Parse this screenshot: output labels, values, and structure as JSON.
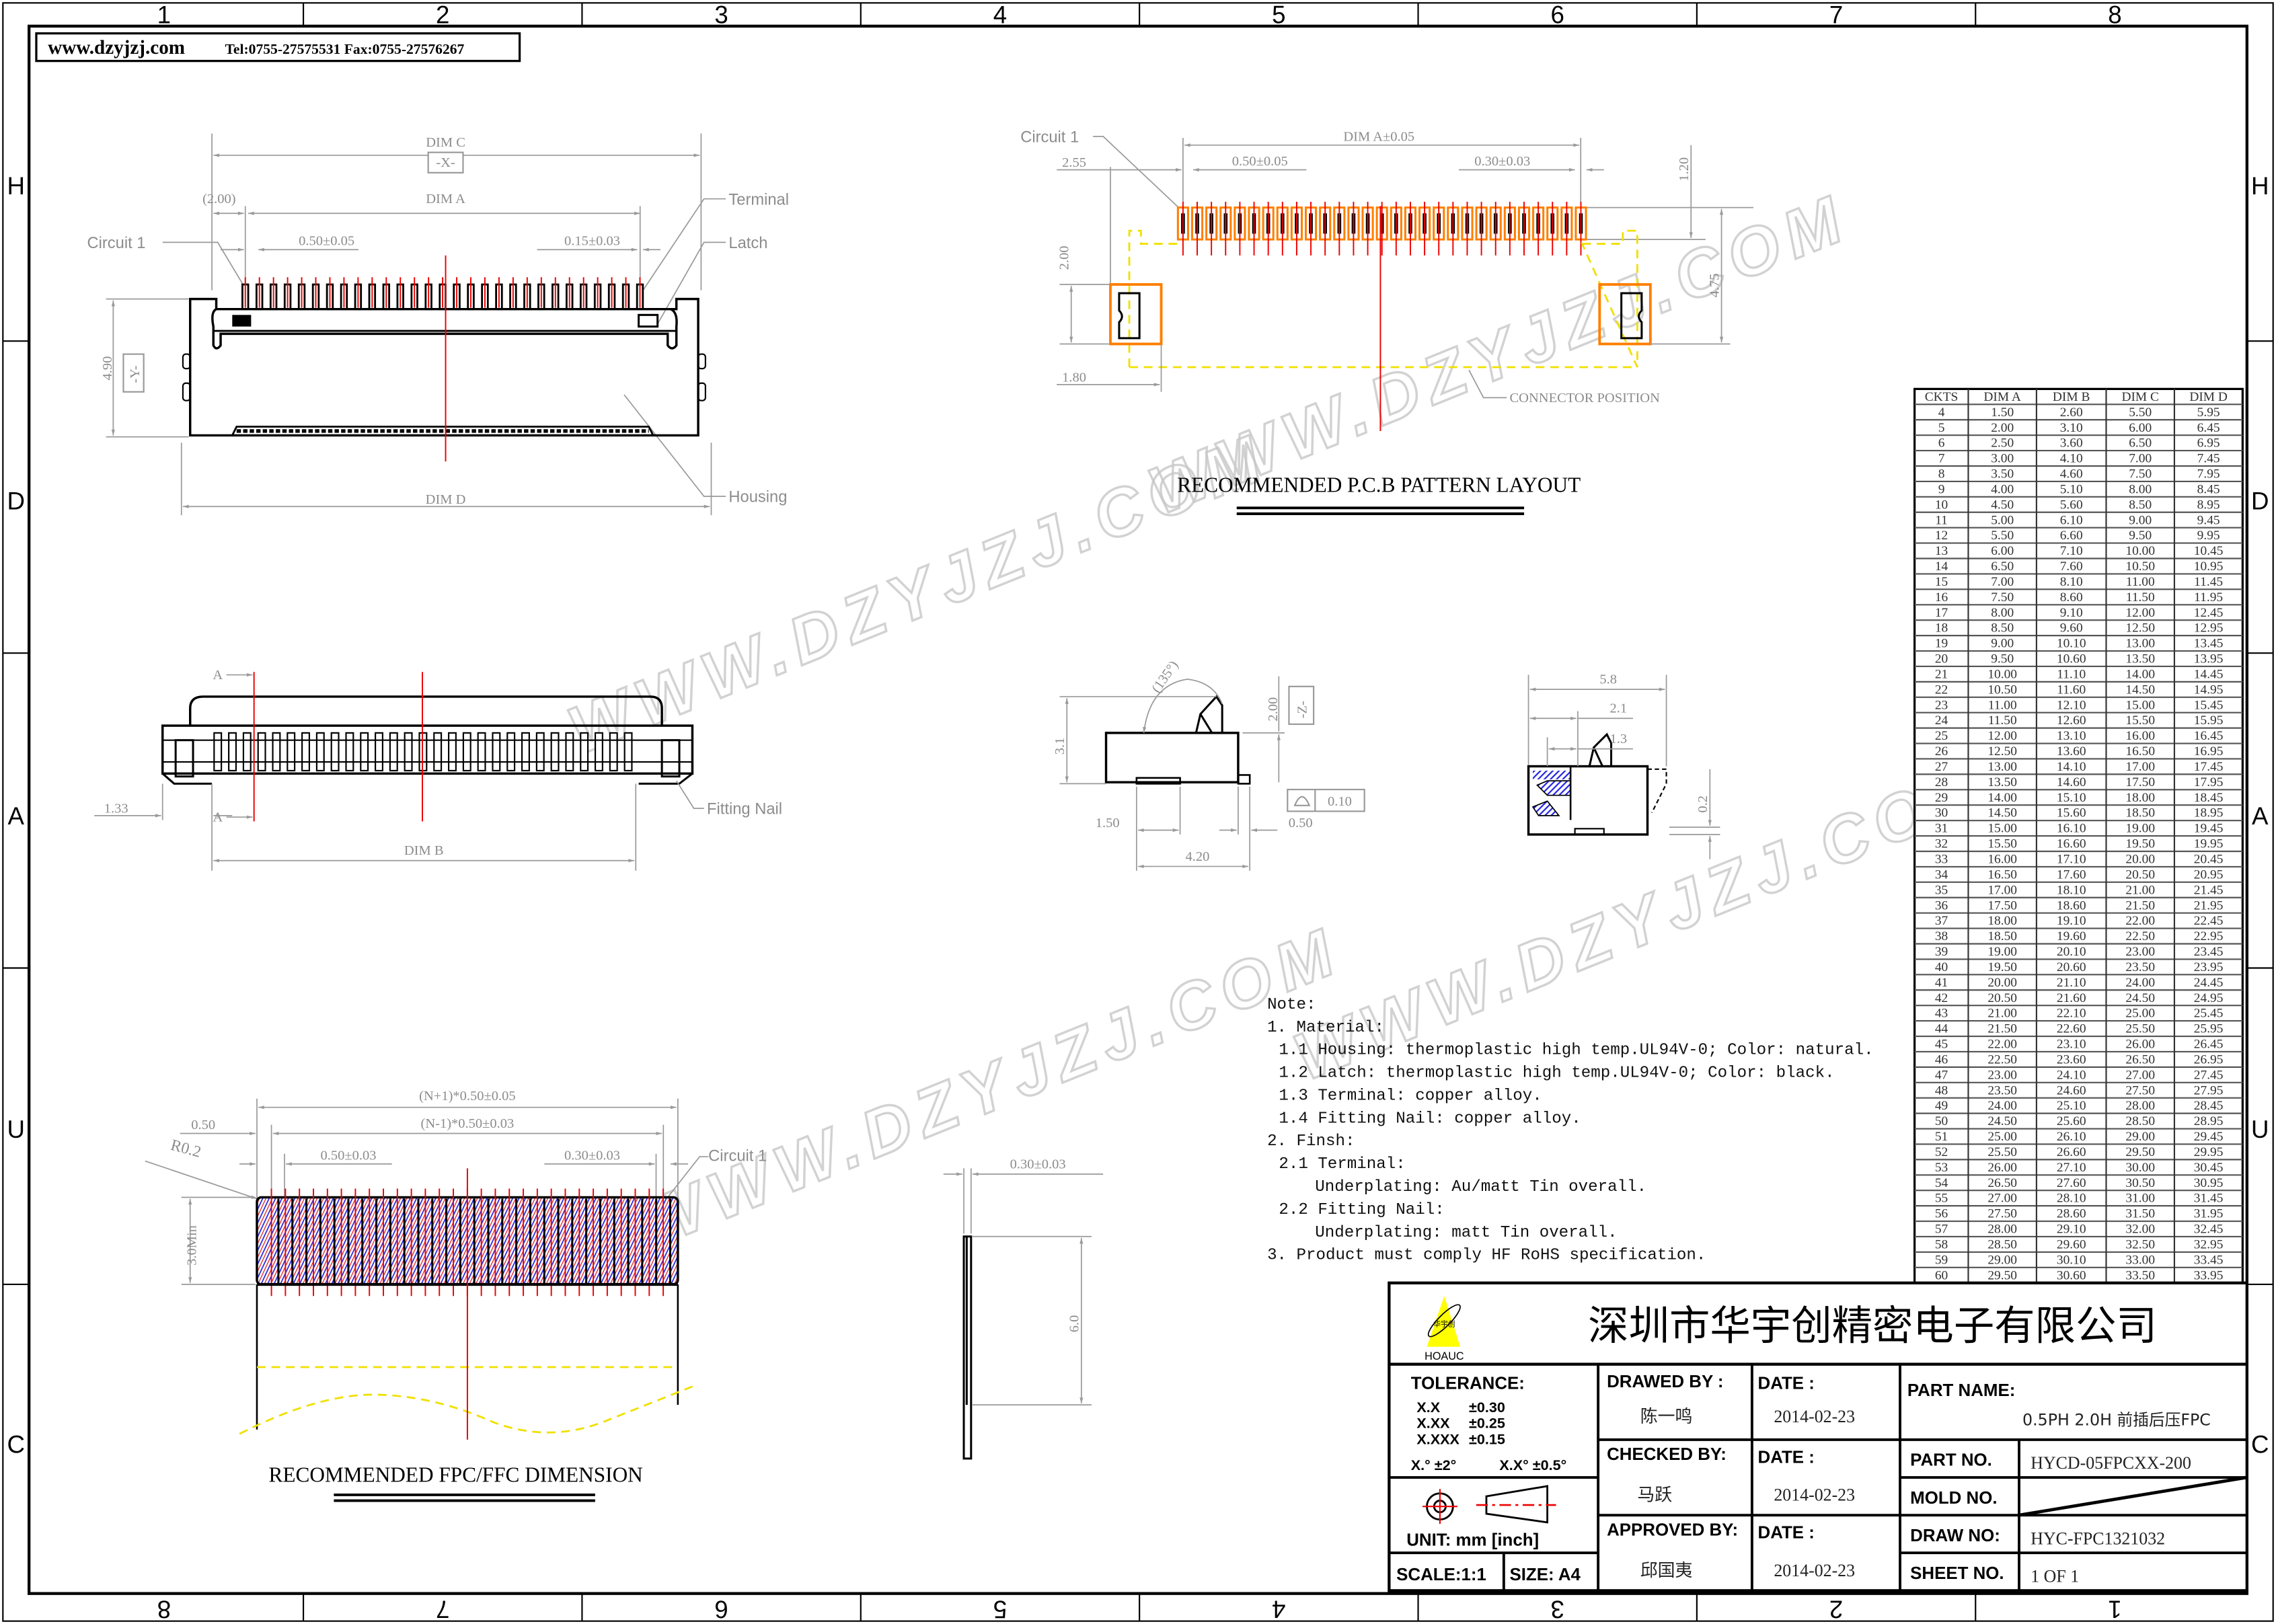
{
  "header": {
    "website": "www.dzyjzj.com",
    "contact": "Tel:0755-27575531  Fax:0755-27576267"
  },
  "border": {
    "top_columns": [
      "1",
      "2",
      "3",
      "4",
      "5",
      "6",
      "7",
      "8"
    ],
    "bottom_columns": [
      "8",
      "7",
      "6",
      "5",
      "4",
      "3",
      "2",
      "1"
    ],
    "rows": [
      "H",
      "D",
      "A",
      "U",
      "C"
    ]
  },
  "watermark": "WWW.DZYJZJ.COM",
  "top_view": {
    "dim_c": "DIM C",
    "datum_x": "-X-",
    "dim_a": "DIM A",
    "offset": "(2.00)",
    "pitch": "0.50±0.05",
    "terminal_width": "0.15±0.03",
    "height": "4.90",
    "datum_y": "-Y-",
    "dim_d": "DIM D",
    "circuit1": "Circuit 1",
    "terminal": "Terminal",
    "latch": "Latch",
    "housing": "Housing"
  },
  "pcb_view": {
    "circuit1": "Circuit 1",
    "dim_a": "DIM A±0.05",
    "offset": "2.55",
    "pitch": "0.50±0.05",
    "pad_width": "0.30±0.03",
    "pad_length": "1.20",
    "nail_height": "2.00",
    "nail_width": "1.80",
    "span": "4.75",
    "connector_position": "CONNECTOR POSITION",
    "title": "RECOMMENDED P.C.B PATTERN LAYOUT"
  },
  "front_view": {
    "section_a": "A",
    "offset": "1.33",
    "dim_b": "DIM B",
    "fitting_nail": "Fitting Nail"
  },
  "side_view": {
    "angle": "(135°)",
    "height": "3.1",
    "latch_height": "2.00",
    "datum_z": "-Z-",
    "flatness": "0.10",
    "d150": "1.50",
    "d050": "0.50",
    "d420": "4.20"
  },
  "section_view": {
    "d58": "5.8",
    "d21": "2.1",
    "d13": "1.3",
    "d02": "0.2"
  },
  "fpc_view": {
    "overall": "(N+1)*0.50±0.05",
    "span": "(N-1)*0.50±0.03",
    "edge": "0.50",
    "radius": "R0.2",
    "pitch": "0.50±0.03",
    "width": "0.30±0.03",
    "circuit1": "Circuit 1",
    "min_length": "3.0Min",
    "thickness": "0.30±0.03",
    "stiffener": "6.0",
    "title": "RECOMMENDED FPC/FFC DIMENSION"
  },
  "notes": [
    {
      "level": 0,
      "text": "Note:"
    },
    {
      "level": 0,
      "text": "1. Material:"
    },
    {
      "level": 1,
      "text": "1.1 Housing: thermoplastic high temp.UL94V-0; Color: natural."
    },
    {
      "level": 1,
      "text": "1.2 Latch: thermoplastic high temp.UL94V-0; Color: black."
    },
    {
      "level": 1,
      "text": "1.3 Terminal: copper alloy."
    },
    {
      "level": 1,
      "text": "1.4 Fitting Nail: copper alloy."
    },
    {
      "level": 0,
      "text": "2. Finsh:"
    },
    {
      "level": 1,
      "text": "2.1 Terminal:"
    },
    {
      "level": 2,
      "text": "Underplating: Au/matt Tin overall."
    },
    {
      "level": 1,
      "text": "2.2 Fitting Nail:"
    },
    {
      "level": 2,
      "text": "Underplating: matt Tin overall."
    },
    {
      "level": 0,
      "text": "3. Product must comply HF RoHS specification."
    }
  ],
  "dim_table": {
    "headers": [
      "CKTS",
      "DIM A",
      "DIM B",
      "DIM C",
      "DIM D"
    ],
    "rows": [
      [
        "4",
        "1.50",
        "2.60",
        "5.50",
        "5.95"
      ],
      [
        "5",
        "2.00",
        "3.10",
        "6.00",
        "6.45"
      ],
      [
        "6",
        "2.50",
        "3.60",
        "6.50",
        "6.95"
      ],
      [
        "7",
        "3.00",
        "4.10",
        "7.00",
        "7.45"
      ],
      [
        "8",
        "3.50",
        "4.60",
        "7.50",
        "7.95"
      ],
      [
        "9",
        "4.00",
        "5.10",
        "8.00",
        "8.45"
      ],
      [
        "10",
        "4.50",
        "5.60",
        "8.50",
        "8.95"
      ],
      [
        "11",
        "5.00",
        "6.10",
        "9.00",
        "9.45"
      ],
      [
        "12",
        "5.50",
        "6.60",
        "9.50",
        "9.95"
      ],
      [
        "13",
        "6.00",
        "7.10",
        "10.00",
        "10.45"
      ],
      [
        "14",
        "6.50",
        "7.60",
        "10.50",
        "10.95"
      ],
      [
        "15",
        "7.00",
        "8.10",
        "11.00",
        "11.45"
      ],
      [
        "16",
        "7.50",
        "8.60",
        "11.50",
        "11.95"
      ],
      [
        "17",
        "8.00",
        "9.10",
        "12.00",
        "12.45"
      ],
      [
        "18",
        "8.50",
        "9.60",
        "12.50",
        "12.95"
      ],
      [
        "19",
        "9.00",
        "10.10",
        "13.00",
        "13.45"
      ],
      [
        "20",
        "9.50",
        "10.60",
        "13.50",
        "13.95"
      ],
      [
        "21",
        "10.00",
        "11.10",
        "14.00",
        "14.45"
      ],
      [
        "22",
        "10.50",
        "11.60",
        "14.50",
        "14.95"
      ],
      [
        "23",
        "11.00",
        "12.10",
        "15.00",
        "15.45"
      ],
      [
        "24",
        "11.50",
        "12.60",
        "15.50",
        "15.95"
      ],
      [
        "25",
        "12.00",
        "13.10",
        "16.00",
        "16.45"
      ],
      [
        "26",
        "12.50",
        "13.60",
        "16.50",
        "16.95"
      ],
      [
        "27",
        "13.00",
        "14.10",
        "17.00",
        "17.45"
      ],
      [
        "28",
        "13.50",
        "14.60",
        "17.50",
        "17.95"
      ],
      [
        "29",
        "14.00",
        "15.10",
        "18.00",
        "18.45"
      ],
      [
        "30",
        "14.50",
        "15.60",
        "18.50",
        "18.95"
      ],
      [
        "31",
        "15.00",
        "16.10",
        "19.00",
        "19.45"
      ],
      [
        "32",
        "15.50",
        "16.60",
        "19.50",
        "19.95"
      ],
      [
        "33",
        "16.00",
        "17.10",
        "20.00",
        "20.45"
      ],
      [
        "34",
        "16.50",
        "17.60",
        "20.50",
        "20.95"
      ],
      [
        "35",
        "17.00",
        "18.10",
        "21.00",
        "21.45"
      ],
      [
        "36",
        "17.50",
        "18.60",
        "21.50",
        "21.95"
      ],
      [
        "37",
        "18.00",
        "19.10",
        "22.00",
        "22.45"
      ],
      [
        "38",
        "18.50",
        "19.60",
        "22.50",
        "22.95"
      ],
      [
        "39",
        "19.00",
        "20.10",
        "23.00",
        "23.45"
      ],
      [
        "40",
        "19.50",
        "20.60",
        "23.50",
        "23.95"
      ],
      [
        "41",
        "20.00",
        "21.10",
        "24.00",
        "24.45"
      ],
      [
        "42",
        "20.50",
        "21.60",
        "24.50",
        "24.95"
      ],
      [
        "43",
        "21.00",
        "22.10",
        "25.00",
        "25.45"
      ],
      [
        "44",
        "21.50",
        "22.60",
        "25.50",
        "25.95"
      ],
      [
        "45",
        "22.00",
        "23.10",
        "26.00",
        "26.45"
      ],
      [
        "46",
        "22.50",
        "23.60",
        "26.50",
        "26.95"
      ],
      [
        "47",
        "23.00",
        "24.10",
        "27.00",
        "27.45"
      ],
      [
        "48",
        "23.50",
        "24.60",
        "27.50",
        "27.95"
      ],
      [
        "49",
        "24.00",
        "25.10",
        "28.00",
        "28.45"
      ],
      [
        "50",
        "24.50",
        "25.60",
        "28.50",
        "28.95"
      ],
      [
        "51",
        "25.00",
        "26.10",
        "29.00",
        "29.45"
      ],
      [
        "52",
        "25.50",
        "26.60",
        "29.50",
        "29.95"
      ],
      [
        "53",
        "26.00",
        "27.10",
        "30.00",
        "30.45"
      ],
      [
        "54",
        "26.50",
        "27.60",
        "30.50",
        "30.95"
      ],
      [
        "55",
        "27.00",
        "28.10",
        "31.00",
        "31.45"
      ],
      [
        "56",
        "27.50",
        "28.60",
        "31.50",
        "31.95"
      ],
      [
        "57",
        "28.00",
        "29.10",
        "32.00",
        "32.45"
      ],
      [
        "58",
        "28.50",
        "29.60",
        "32.50",
        "32.95"
      ],
      [
        "59",
        "29.00",
        "30.10",
        "33.00",
        "33.45"
      ],
      [
        "60",
        "29.50",
        "30.60",
        "33.50",
        "33.95"
      ]
    ]
  },
  "title_block": {
    "logo_cn": "华宇创",
    "logo_en": "HOAUC",
    "company": "深圳市华宇创精密电子有限公司",
    "tolerance_label": "TOLERANCE:",
    "tolerances": [
      {
        "fmt": "X.X",
        "val": "±0.30"
      },
      {
        "fmt": "X.XX",
        "val": "±0.25"
      },
      {
        "fmt": "X.XXX",
        "val": "±0.15"
      }
    ],
    "angle_tol_1": "X.° ±2°",
    "angle_tol_2": "X.X° ±0.5°",
    "unit": "UNIT:  mm  [inch]",
    "scale": "SCALE:1:1",
    "size": "SIZE:  A4",
    "drawed_by_label": "DRAWED BY :",
    "drawed_by": "陈一鸣",
    "checked_by_label": "CHECKED BY:",
    "checked_by": "马跃",
    "approved_by_label": "APPROVED BY:",
    "approved_by": "邱国夷",
    "date_label": "DATE :",
    "date_drawed": "2014-02-23",
    "date_checked": "2014-02-23",
    "date_approved": "2014-02-23",
    "part_name_label": "PART NAME:",
    "part_name": "0.5PH 2.0H 前插后压FPC",
    "part_no_label": "PART NO.",
    "part_no": "HYCD-05FPCXX-200",
    "mold_no_label": "MOLD NO.",
    "draw_no_label": "DRAW NO:",
    "draw_no": "HYC-FPC1321032",
    "sheet_no_label": "SHEET NO.",
    "sheet_no": "1 OF 1"
  },
  "colors": {
    "terminal": "#e00000",
    "pad": "#ff7f00",
    "outline_yellow": "#f0e000",
    "hatch": "#2020e0"
  }
}
